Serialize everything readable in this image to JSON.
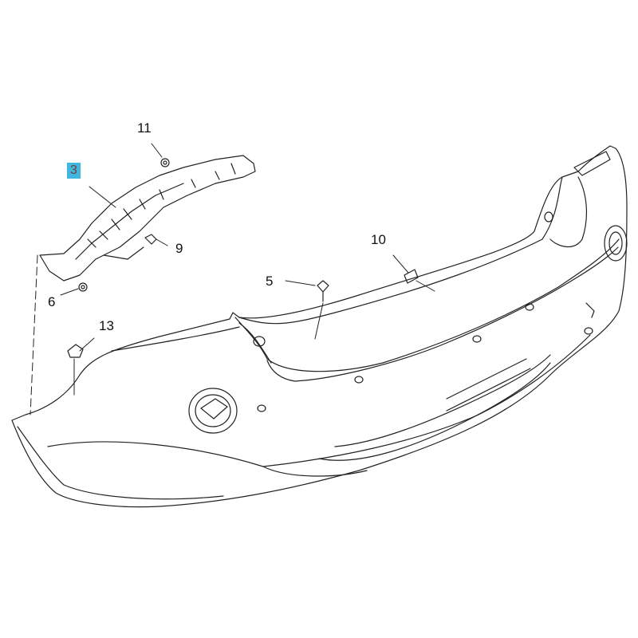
{
  "diagram": {
    "title": "Rear bumper fascia parts",
    "highlight_color": "#3fb7df",
    "callouts": [
      {
        "id": "11",
        "label": "11"
      },
      {
        "id": "3",
        "label": "3",
        "highlighted": true
      },
      {
        "id": "9",
        "label": "9"
      },
      {
        "id": "6",
        "label": "6"
      },
      {
        "id": "10",
        "label": "10"
      },
      {
        "id": "5",
        "label": "5"
      },
      {
        "id": "13",
        "label": "13"
      }
    ]
  }
}
